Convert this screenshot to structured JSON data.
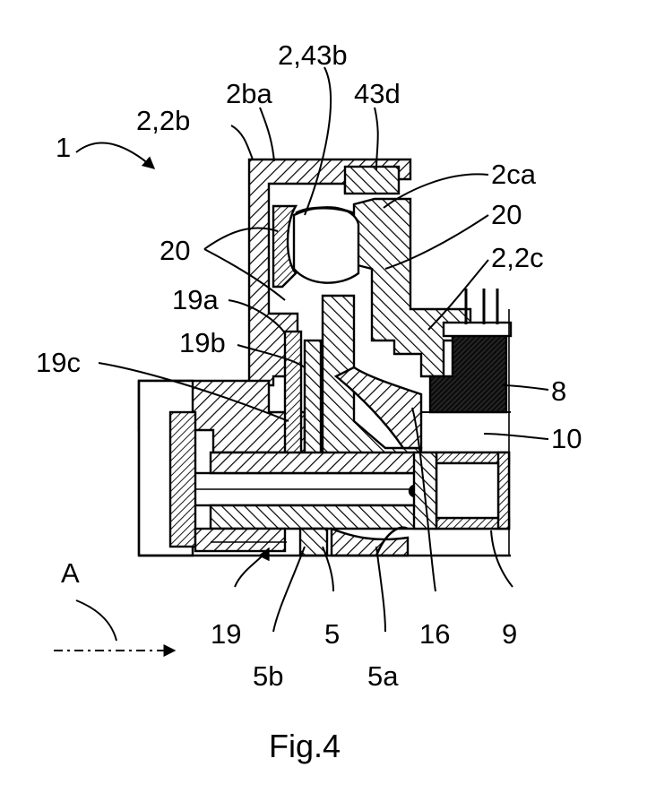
{
  "labels": {
    "l1": "1",
    "l2_2b": "2,2b",
    "l2ba": "2ba",
    "l2_43b": "2,43b",
    "l43d": "43d",
    "l2ca": "2ca",
    "l20_right": "20",
    "l20_left": "20",
    "l2_2c": "2,2c",
    "l19a": "19a",
    "l19b": "19b",
    "l19c": "19c",
    "l8": "8",
    "l10": "10",
    "lA": "A",
    "l19": "19",
    "l5": "5",
    "l16": "16",
    "l9": "9",
    "l5b": "5b",
    "l5a": "5a"
  },
  "caption": "Fig.4"
}
